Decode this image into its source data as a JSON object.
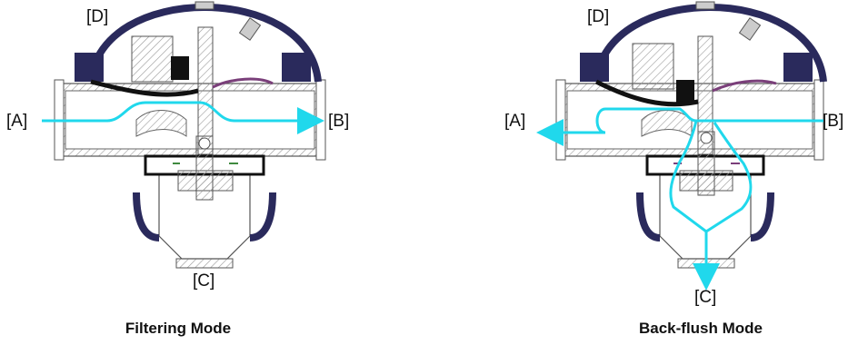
{
  "colors": {
    "flow": "#20d8ec",
    "diaphragm_cover": "#2a2a5c",
    "body_outline": "#555555",
    "hatch": "#999999",
    "seal": "#111111",
    "accent_purple": "#7a3f7a",
    "accent_green": "#3f8a3f"
  },
  "panels": [
    {
      "mode_caption": "Filtering Mode",
      "ports": {
        "a": "[A]",
        "b": "[B]",
        "c": "[C]",
        "d": "[D]"
      }
    },
    {
      "mode_caption": "Back-flush Mode",
      "ports": {
        "a": "[A]",
        "b": "[B]",
        "c": "[C]",
        "d": "[D]"
      }
    }
  ]
}
